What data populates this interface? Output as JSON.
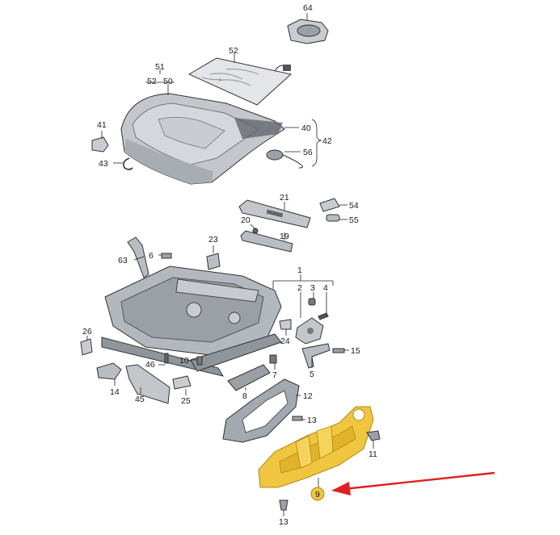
{
  "labels": {
    "l1": "1",
    "l2": "2",
    "l3": "3",
    "l4": "4",
    "l5": "5",
    "l6": "6",
    "l7": "7",
    "l8": "8",
    "l9": "9",
    "l10": "10",
    "l11": "11",
    "l12": "12",
    "l13a": "13",
    "l13b": "13",
    "l14": "14",
    "l15": "15",
    "l19": "19",
    "l20": "20",
    "l21": "21",
    "l23": "23",
    "l24": "24",
    "l25": "25",
    "l26": "26",
    "l40": "40",
    "l41": "41",
    "l42": "42",
    "l43": "43",
    "l45": "45",
    "l46": "46",
    "l50": "50",
    "l51": "51",
    "l52a": "52",
    "l52b": "52",
    "l54": "54",
    "l55": "55",
    "l56": "56",
    "l63": "63",
    "l64": "64"
  },
  "colors": {
    "highlight": "#f0c640",
    "highlight_dark": "#c99a12",
    "part_fill": "#d6d9de",
    "part_dark": "#8f959c",
    "part_mid": "#b8bdc3",
    "arrow": "#e02020"
  },
  "highlighted_part": "9"
}
